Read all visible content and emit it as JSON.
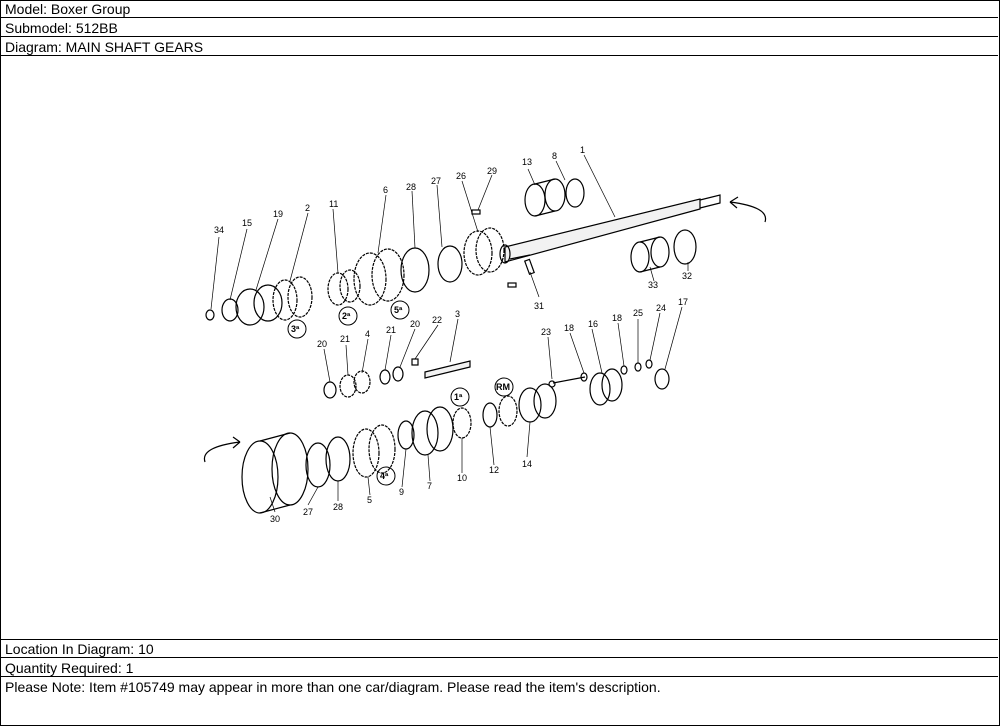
{
  "header": {
    "model": "Model: Boxer Group",
    "submodel": "Submodel: 512BB",
    "diagram": "Diagram: MAIN SHAFT GEARS"
  },
  "footer": {
    "location": "Location In Diagram: 10",
    "quantity": "Quantity Required: 1",
    "note": "Please Note: Item #105749 may appear in more than one car/diagram. Please read the item's description."
  },
  "callouts": {
    "top": [
      "34",
      "15",
      "19",
      "2",
      "11",
      "6",
      "28",
      "27",
      "26",
      "29",
      "13",
      "8",
      "1",
      "31",
      "33",
      "32"
    ],
    "middle": [
      "20",
      "21",
      "4",
      "21",
      "20",
      "22",
      "3",
      "23",
      "18",
      "16",
      "18",
      "25",
      "24",
      "17"
    ],
    "bottom": [
      "30",
      "27",
      "28",
      "5",
      "9",
      "7",
      "10",
      "12",
      "14"
    ]
  },
  "gear_labels": [
    "3ª",
    "2ª",
    "5ª",
    "1ª",
    "RM",
    "4ª"
  ]
}
